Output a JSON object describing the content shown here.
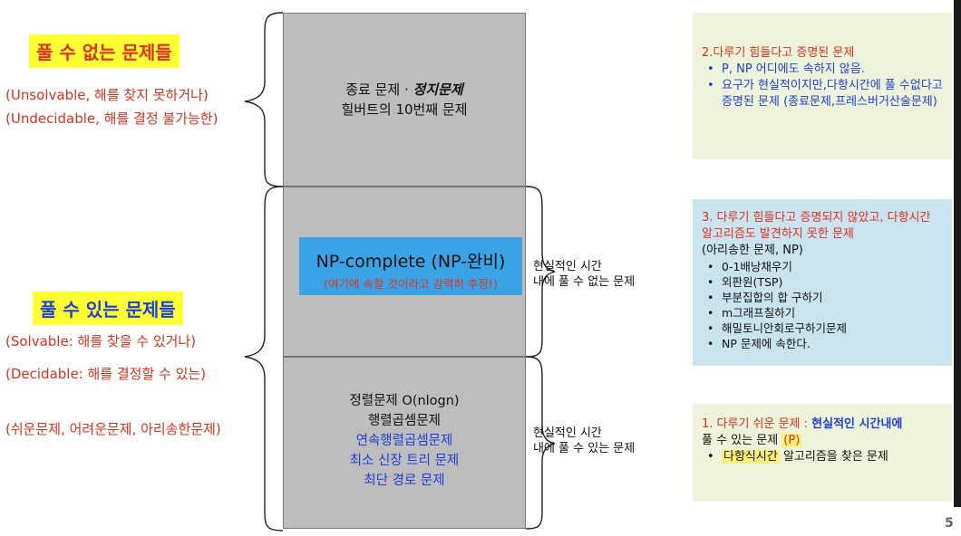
{
  "left": {
    "unsolvable_heading": "풀 수 없는 문제들",
    "unsolvable_line1": "(Unsolvable, 해를 찾지 못하거나)",
    "unsolvable_line2": "(Undecidable, 해를 결정 불가능한)",
    "solvable_heading": "풀 수 있는 문제들",
    "solvable_line1": "(Solvable: 해를 찾을 수 있거나)",
    "solvable_line2": "(Decidable: 해를 결정할 수 있는)",
    "solvable_line3": "(쉬운문제, 어려운문제, 아리송한문제)"
  },
  "center": {
    "top_line1a": "종료 문제 · ",
    "top_line1b": "정지문제",
    "top_line2": "힐버트의 10번째 문제",
    "np_title": "NP-complete (NP-완비)",
    "np_sub": "(여기에 속할 것이라고 강력히 추정!)",
    "p_line1": "정렬문제 O(nlogn)",
    "p_line2": "행렬곱셈문제",
    "p_line3": "연속행렬곱셈문제",
    "p_line4": "최소 신장 트리 문제",
    "p_line5": "최단 경로 문제"
  },
  "notes": {
    "np_note1": "현실적인 시간",
    "np_note2": "내에 풀 수 없는 문제",
    "p_note1": "현실적인 시간",
    "p_note2": "내에 풀 수 있는 문제"
  },
  "card2": {
    "title": "2.다루기 힘들다고 증명된 문제",
    "items": [
      "P, NP 어디에도 속하지 않음.",
      "요구가 현실적이지만,다항시간에 풀 수없다고 증명된 문제 (종료문제,프레스버거산술문제)"
    ]
  },
  "card3": {
    "title": "3. 다루기 힘들다고 증명되지 않았고, 다항시간 알고리즘도 발견하지 못한 문제",
    "subtitle": "(아리송한 문제, NP)",
    "items": [
      "0-1배낭채우기",
      "외판원(TSP)",
      "부분집합의 합 구하기",
      "m그래프칠하기",
      "해밀토니안회로구하기문제",
      "NP 문제에 속한다."
    ]
  },
  "card1": {
    "title_red": "1. 다루기 쉬운 문제 : ",
    "title_blue": "현실적인 시간내에",
    "line2a": "풀 수 있는 문제 ",
    "line2b": "(P)",
    "item_hl": "다항식시간",
    "item_rest": " 알고리즘을 찾은 문제"
  },
  "page_number": "5"
}
